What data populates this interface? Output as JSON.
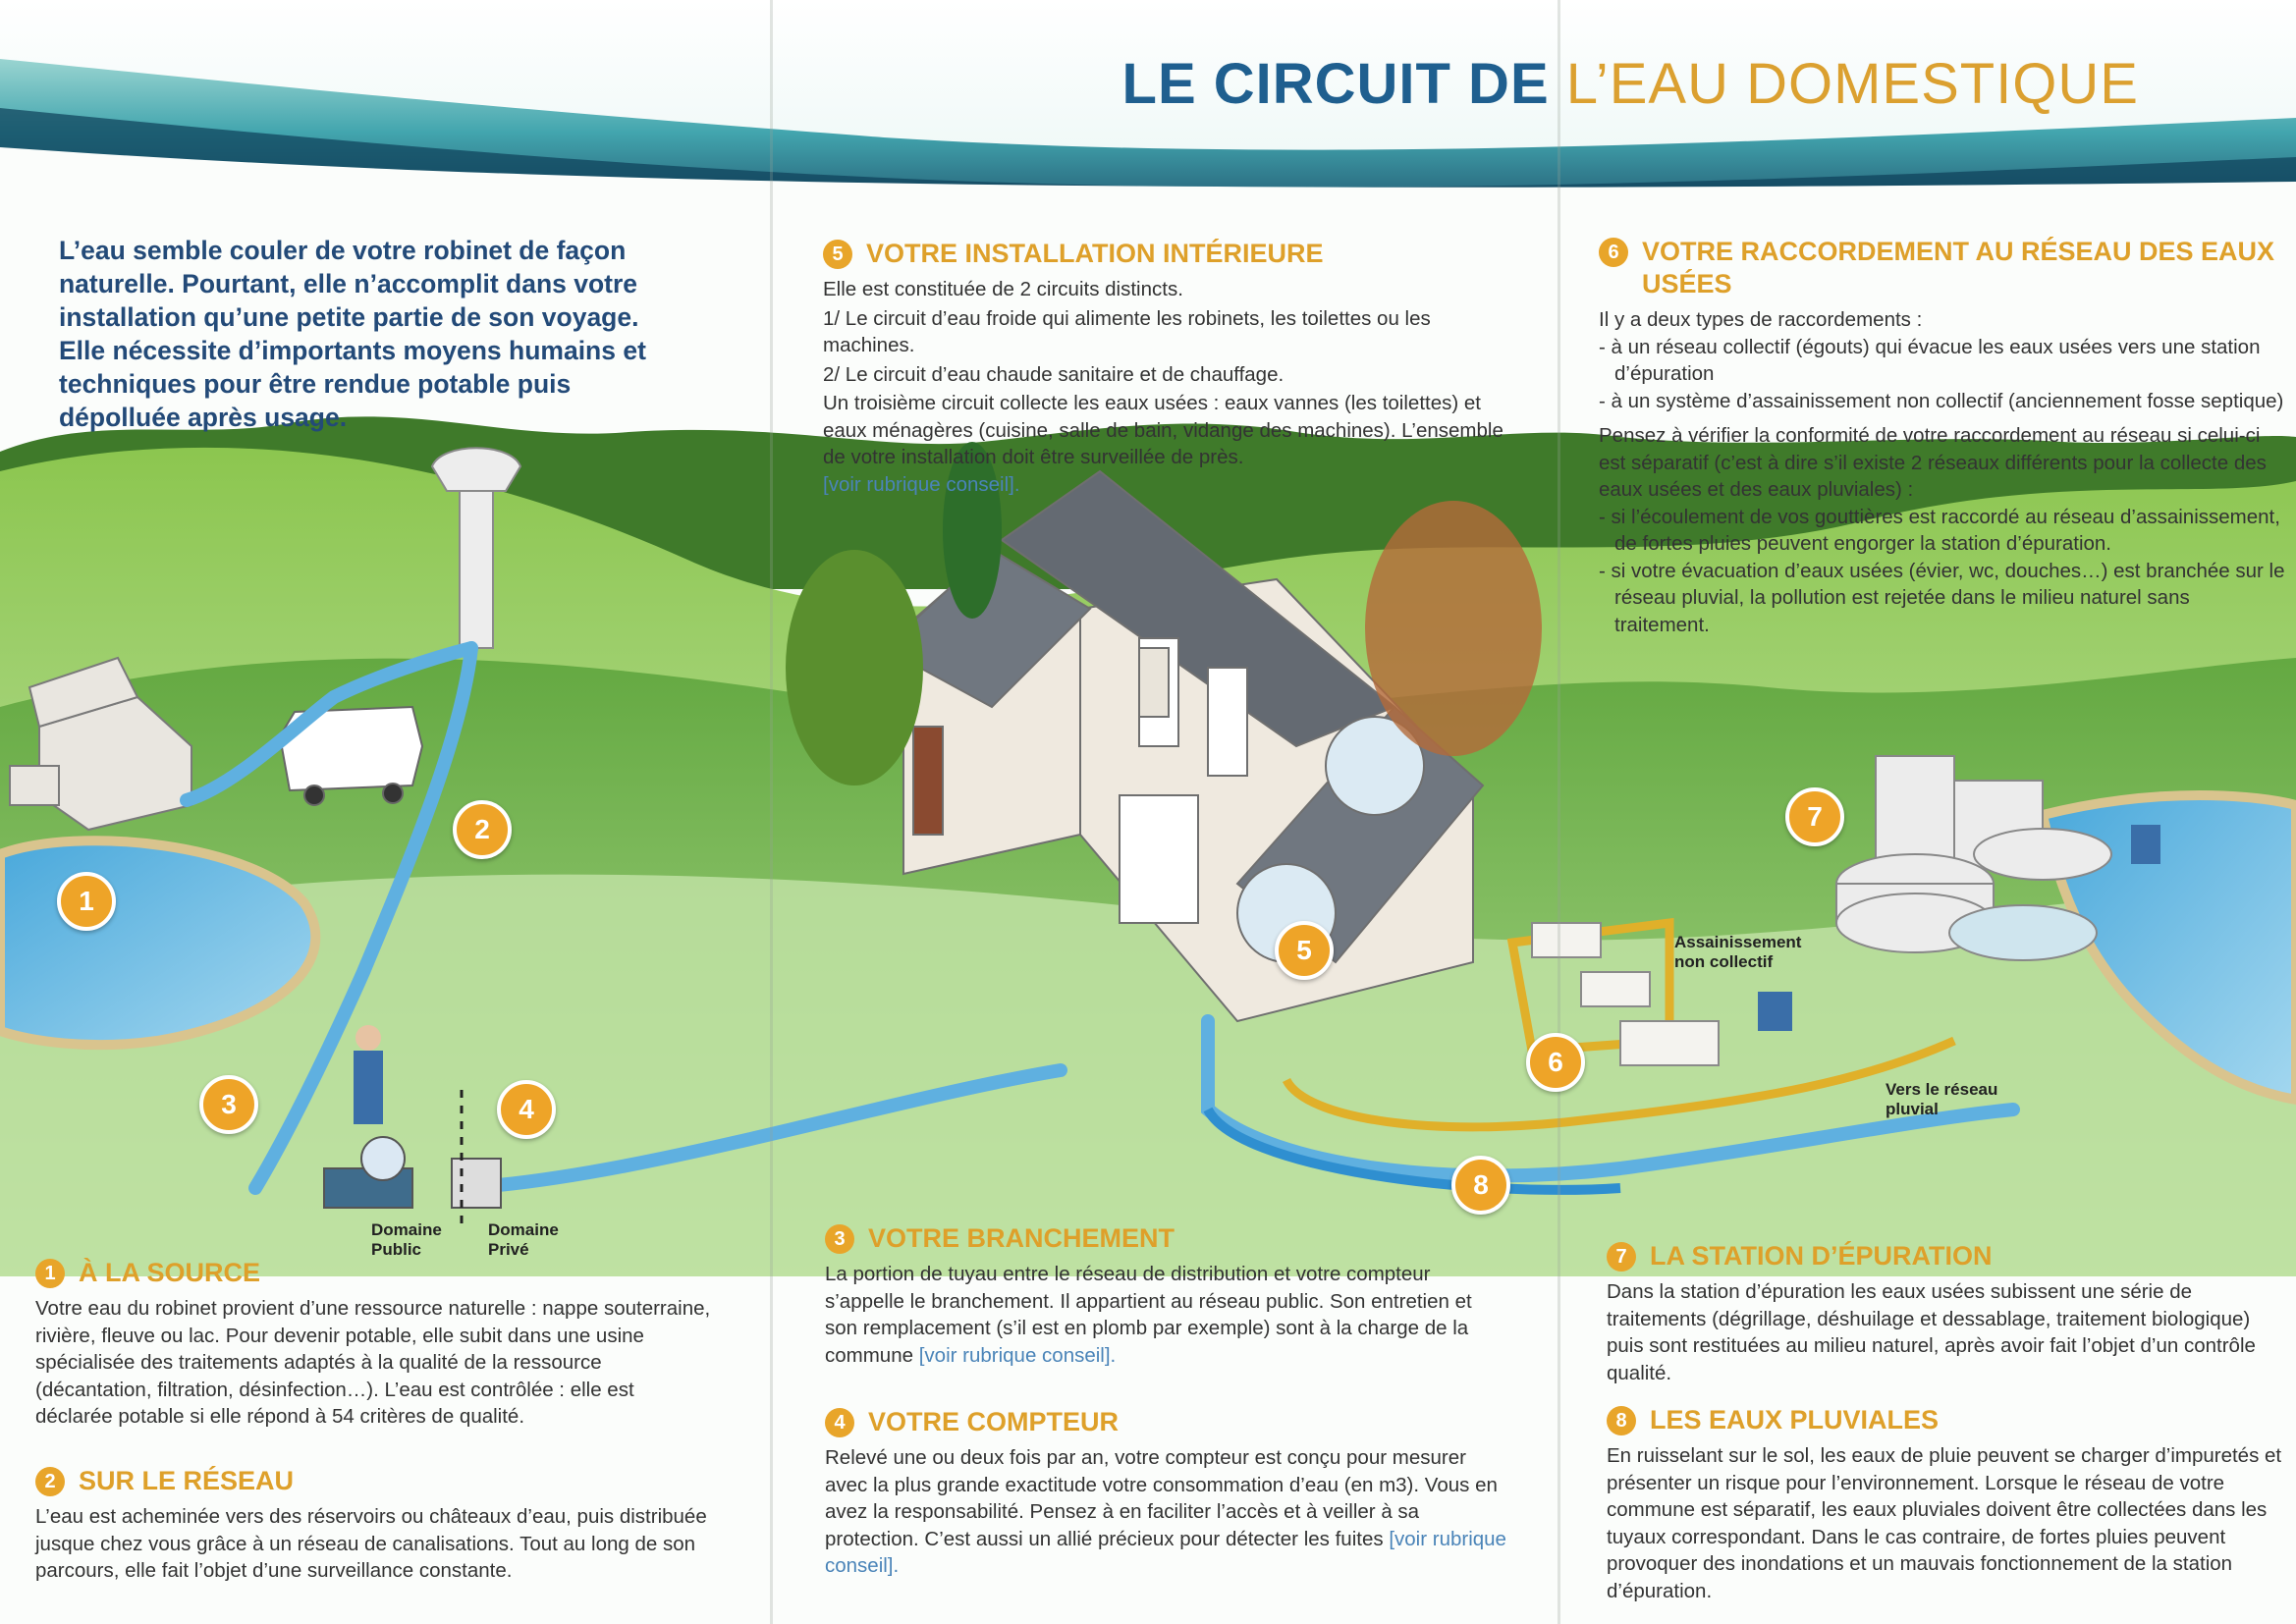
{
  "title": {
    "part1": "LE CIRCUIT DE",
    "part2": "L’EAU DOMESTIQUE"
  },
  "intro": "L’eau semble couler de votre robinet de façon naturelle. Pourtant, elle n’accomplit dans votre installation qu’une petite partie de son voyage. Elle nécessite d’importants moyens humains et techniques pour être rendue potable puis dépolluée après usage.",
  "illustration": {
    "labels": {
      "domaine_public": [
        "Domaine",
        "Public"
      ],
      "domaine_prive": [
        "Domaine",
        "Privé"
      ],
      "assainissement": [
        "Assainissement",
        "non collectif"
      ],
      "reseau_pluvial": [
        "Vers le réseau",
        "pluvial"
      ]
    },
    "markers": [
      "1",
      "2",
      "3",
      "4",
      "5",
      "6",
      "7",
      "8"
    ]
  },
  "sections": {
    "s1": {
      "num": "1",
      "title": "À LA SOURCE",
      "body": "Votre eau du robinet provient d’une ressource naturelle : nappe souterraine, rivière, fleuve ou lac. Pour devenir potable, elle subit dans une usine spécialisée des traitements adaptés à la qualité de la ressource (décantation, filtration, désinfection…). L’eau est contrôlée : elle est déclarée potable si elle répond à 54 critères de qualité."
    },
    "s2": {
      "num": "2",
      "title": "SUR LE RÉSEAU",
      "body": "L’eau est acheminée vers des réservoirs ou châteaux d’eau, puis distribuée jusque chez vous grâce à un réseau de canalisations. Tout au long de son parcours, elle fait l’objet d’une surveillance constante."
    },
    "s5": {
      "num": "5",
      "title": "VOTRE INSTALLATION INTÉRIEURE",
      "p1": "Elle est constituée de 2 circuits distincts.",
      "p2": "1/ Le circuit d’eau froide qui alimente les robinets, les toilettes ou les machines.",
      "p3": "2/ Le circuit d’eau chaude sanitaire et de chauffage.",
      "p4": "Un troisième circuit collecte les eaux usées : eaux vannes (les toilettes) et eaux ménagères (cuisine, salle de bain, vidange des machines). L’ensemble de votre installation doit être surveillée de près.",
      "link": "[voir rubrique conseil]."
    },
    "s3": {
      "num": "3",
      "title": "VOTRE BRANCHEMENT",
      "body": "La portion de tuyau entre le réseau de distribution et votre compteur s’appelle le branchement. Il appartient au réseau public. Son entretien et son remplacement (s’il est en plomb par exemple) sont à la charge de la commune",
      "link": "[voir rubrique conseil]."
    },
    "s4": {
      "num": "4",
      "title": "VOTRE COMPTEUR",
      "body": "Relevé une ou deux fois par an, votre compteur est conçu pour mesurer avec la plus grande exactitude votre consommation d’eau (en m3). Vous en avez la responsabilité. Pensez à en faciliter l’accès et à veiller à sa protection. C’est aussi un allié précieux pour détecter les fuites",
      "link": "[voir rubrique conseil]."
    },
    "s6": {
      "num": "6",
      "title": "VOTRE RACCORDEMENT AU RÉSEAU DES EAUX USÉES",
      "p1": "Il y a deux types de raccordements :",
      "b1": "- à un réseau collectif (égouts) qui évacue les eaux usées vers une station d’épuration",
      "b2": "- à un système d’assainissement non collectif (anciennement fosse septique)",
      "p2": "Pensez à vérifier la conformité de votre raccordement au réseau si celui-ci est séparatif (c’est à dire s’il existe 2 réseaux différents pour la collecte des eaux usées et des eaux pluviales) :",
      "b3": "- si l’écoulement de vos gouttières est raccordé au réseau d’assainissement, de fortes pluies peuvent engorger la station d’épuration.",
      "b4": "- si votre évacuation d’eaux usées (évier, wc, douches…) est branchée sur le réseau pluvial, la pollution est rejetée dans le milieu naturel sans traitement."
    },
    "s7": {
      "num": "7",
      "title": "LA STATION D’ÉPURATION",
      "body": "Dans la station d’épuration les eaux usées subissent une série de traitements (dégrillage, déshuilage et dessablage, traitement biologique) puis sont restituées au milieu naturel, après avoir fait l’objet d’un contrôle qualité."
    },
    "s8": {
      "num": "8",
      "title": "LES EAUX PLUVIALES",
      "body": "En ruisselant sur le sol, les eaux de pluie peuvent se charger d’impuretés et présenter un risque pour l’environnement. Lorsque le réseau de votre commune est séparatif, les eaux pluviales doivent être collectées dans les tuyaux correspondant. Dans le cas contraire, de fortes pluies peuvent provoquer des inondations  et un mauvais fonctionnement de la station d’épuration."
    }
  }
}
